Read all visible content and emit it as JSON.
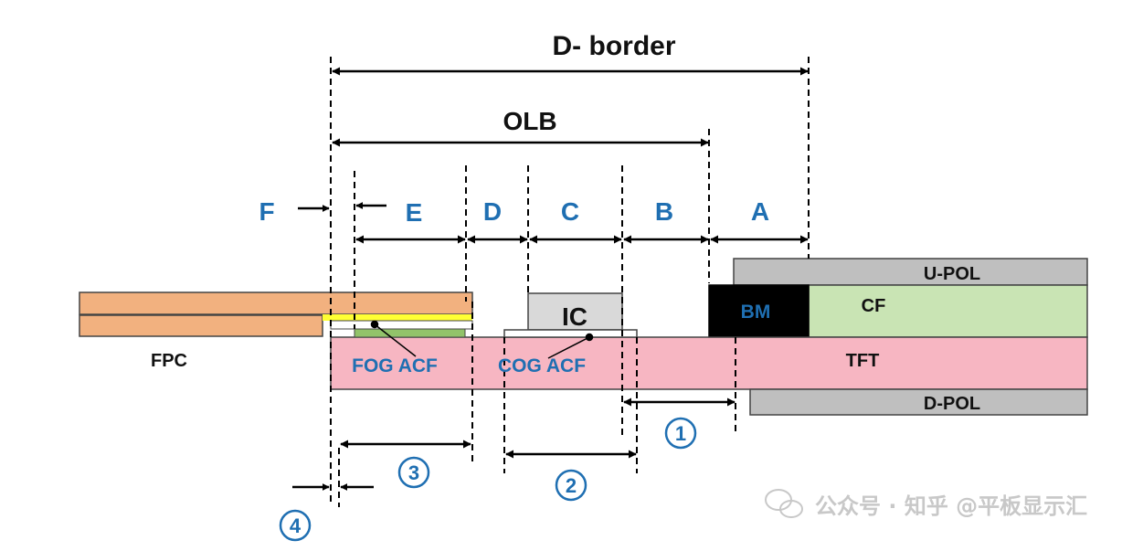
{
  "labels": {
    "d_border": "D- border",
    "olb": "OLB",
    "zone_f": "F",
    "zone_e": "E",
    "zone_d": "D",
    "zone_c": "C",
    "zone_b": "B",
    "zone_a": "A",
    "u_pol": "U-POL",
    "d_pol": "D-POL",
    "cf": "CF",
    "bm": "BM",
    "tft": "TFT",
    "ic": "IC",
    "fpc": "FPC",
    "fog_acf": "FOG ACF",
    "cog_acf": "COG ACF",
    "dim_1": "1",
    "dim_2": "2",
    "dim_3": "3",
    "dim_4": "4"
  },
  "watermark": "公众号 · 知乎 @平板显示汇",
  "colors": {
    "fpc": "#f2b17f",
    "tft": "#f7b6c2",
    "cf": "#c9e4b4",
    "pol": "#bfbfbf",
    "ic": "#d9d9d9",
    "bm": "#000000",
    "fog_acf": "#92c36a",
    "fpc_solder": "#ffff33",
    "label_blue": "#1f6fb2"
  }
}
